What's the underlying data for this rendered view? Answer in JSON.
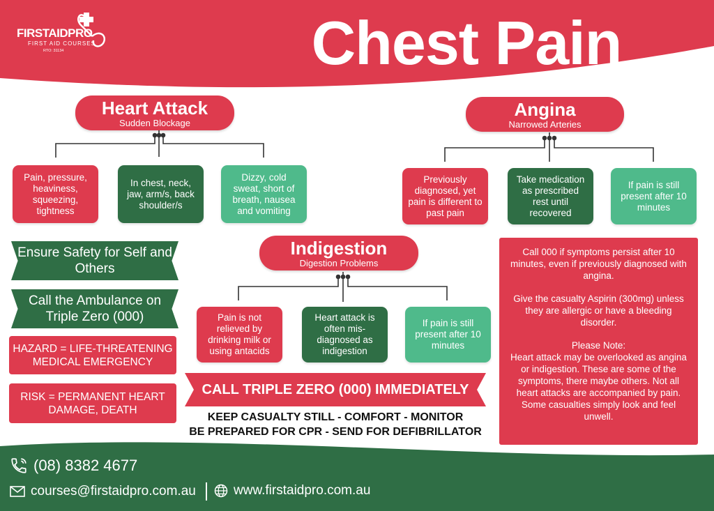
{
  "header": {
    "brand": "FIRSTAIDPRO",
    "brand_sub": "FIRST AID COURSES",
    "rto": "RTO: 31134",
    "title": "Chest Pain"
  },
  "heart_attack": {
    "title": "Heart Attack",
    "subtitle": "Sudden Blockage",
    "boxes": [
      "Pain, pressure, heaviness, squeezing, tightness",
      "In chest, neck, jaw, arm/s, back shoulder/s",
      "Dizzy, cold sweat, short of breath, nausea and vomiting"
    ]
  },
  "angina": {
    "title": "Angina",
    "subtitle": "Narrowed Arteries",
    "boxes": [
      "Previously diagnosed, yet pain is different to past pain",
      "Take medication as prescribed rest until recovered",
      "If pain is still present after 10 minutes"
    ]
  },
  "indigestion": {
    "title": "Indigestion",
    "subtitle": "Digestion Problems",
    "boxes": [
      "Pain is not relieved by drinking milk or using antacids",
      "Heart attack is often mis-diagnosed as indigestion",
      "If pain is still present after 10 minutes"
    ]
  },
  "left": {
    "banner1": "Ensure Safety for Self and Others",
    "banner2": "Call the Ambulance on Triple Zero (000)",
    "hazard": "HAZARD = LIFE-THREATENING MEDICAL EMERGENCY",
    "risk": "RISK = PERMANENT HEART DAMAGE, DEATH"
  },
  "call": {
    "main": "CALL TRIPLE  ZERO (000) IMMEDIATELY",
    "line1": "KEEP CASUALTY STILL - COMFORT - MONITOR",
    "line2": "BE PREPARED FOR CPR - SEND FOR DEFIBRILLATOR"
  },
  "info": {
    "p1": "Call 000 if symptoms persist after 10 minutes, even if previously diagnosed with angina.",
    "p2": "Give the casualty Aspirin (300mg) unless they are allergic or have a bleeding disorder.",
    "note_title": "Please Note:",
    "note": "Heart attack may be overlooked as angina or indigestion. These are some of the symptoms, there maybe others. Not all heart attacks are accompanied by pain. Some casualties simply look and feel unwell."
  },
  "footer": {
    "phone": "(08) 8382 4677",
    "email": "courses@firstaidpro.com.au",
    "web": "www.firstaidpro.com.au"
  },
  "colors": {
    "red": "#de3b4e",
    "dark_green": "#2f6e45",
    "light_green": "#4fba8b"
  },
  "icons": [
    "heart-cross-logo-icon",
    "phone-icon",
    "mail-icon",
    "globe-icon"
  ]
}
